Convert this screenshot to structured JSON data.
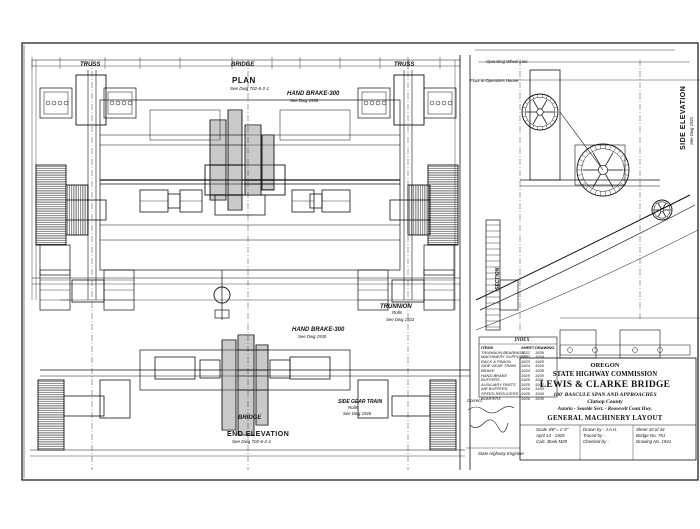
{
  "views": {
    "plan": "PLAN",
    "plan_ref": "See Dwg 702-6-2-1",
    "hand_brake_top": "HAND BRAKE-300",
    "hand_brake_top_ref": "See Dwg 1930",
    "bridge": "BRIDGE",
    "truss_left": "TRUSS",
    "truss_right": "TRUSS",
    "hand_brake_mid": "HAND BRAKE-300",
    "hand_brake_mid_ref": "See Dwg 1930",
    "trunnion": "TRUNNION",
    "trunnion_sub": "Rolls",
    "trunnion_ref": "See Dwg 1923",
    "end_elevation": "END ELEVATION",
    "end_elevation_ref": "See Dwg 702-6-2-1",
    "side_elevation": "SIDE ELEVATION",
    "side_elevation_ref": "See Dwg 1921",
    "section_label": "SECTION",
    "side_gear_train": "SIDE GEAR TRAIN",
    "side_gear_train_sub": "Rolls",
    "side_gear_train_ref": "See Dwg 1926",
    "operators_house": "Operating Wheel Line",
    "operators_house_sub": "Floor in Operators House",
    "bridge_label_lower": "BRIDGE"
  },
  "index": {
    "title": "INDEX",
    "col_item": "ITEMS",
    "col_sheet": "SHEET",
    "col_drawing": "DRAWING",
    "rows": [
      [
        "TRUNNION BEARINGS",
        "1822",
        "1839"
      ],
      [
        "MACHINERY SUPPORTS",
        "1823",
        "1924"
      ],
      [
        "RACK & PINION",
        "1823",
        "1925"
      ],
      [
        "SIDE GEAR TRAIN",
        "1924",
        "1926"
      ],
      [
        "BRAKE",
        "1924",
        "1928"
      ],
      [
        "HAND BRAKE",
        "1925",
        "1930"
      ],
      [
        "BUFFERS",
        "1925",
        "1931"
      ],
      [
        "AUXILIARY PARTS",
        "1925",
        "1932"
      ],
      [
        "AIR BUFFERS",
        "1926",
        "1933"
      ],
      [
        "SPEED REDUCERS",
        "1926",
        "1934"
      ],
      [
        "BUMPERS",
        "1926",
        "1935"
      ]
    ]
  },
  "notes": {
    "correct": "Correct:",
    "state_engineer": "State Highway Engineer"
  },
  "title_block": {
    "line1": "OREGON",
    "line2": "STATE HIGHWAY COMMISSION",
    "line3": "LEWIS & CLARKE BRIDGE",
    "line4": "100' BASCULE SPAN AND APPROACHES",
    "line5": "Clatsop County",
    "line6": "Astoria - Seaside Sect. - Roosevelt Coast Hwy.",
    "line7": "GENERAL MACHINERY LAYOUT",
    "scale": "Scale 3/8\"= 1'-0\"",
    "date": "April 14 - 1925",
    "calc_book": "Calc. Book M29",
    "drawn_by": "Drawn by - J.A.H.",
    "traced_by": "Traced by -",
    "checked_by": "Checked by -",
    "sheet": "Sheet 10 of 34",
    "bridge_no": "Bridge No. 751",
    "drawing_no": "Drawing No. 1941"
  }
}
